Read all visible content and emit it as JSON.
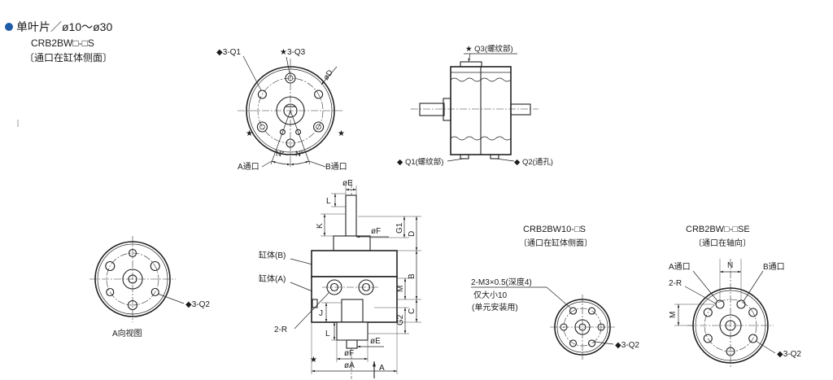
{
  "header": {
    "bullet_color": "#1f5ca8",
    "title": "单叶片／ø10～ø30",
    "model": "CRB2BW□-□S",
    "port_note": "〔通口在缸体侧面〕"
  },
  "front_view": {
    "q1_label": "◆3-Q1",
    "q3_label": "★3-Q3",
    "diameter_label": "øD",
    "port_a_label": "A通口",
    "port_b_label": "B通口",
    "angle_left_label": "N°",
    "angle_right_label": "N°",
    "star_mark": "★"
  },
  "side_view": {
    "q3_label": "★ Q3(螺纹部)",
    "q1_label": "◆ Q1(螺纹部)",
    "q2_label": "◆ Q2(通孔)"
  },
  "a_view": {
    "caption": "A向视图",
    "q2_label": "◆3-Q2"
  },
  "section_view": {
    "dim_e_top": "øE",
    "dim_l_top": "L",
    "dim_k": "K",
    "dim_f_top": "øF",
    "dim_g1": "G1",
    "dim_d": "D",
    "cylinder_b": "缸体(B)",
    "cylinder_a": "缸体(A)",
    "dim_b": "B",
    "dim_m": "M",
    "dim_c": "C",
    "dim_g2": "G2",
    "dim_j": "J",
    "dim_2r": "2-R",
    "dim_l_bottom": "L",
    "dim_e_bottom": "øE",
    "dim_f_bottom": "øF",
    "dim_a": "øA",
    "view_arrow": "A",
    "star_mark": "★"
  },
  "model_10": {
    "model": "CRB2BW10-□S",
    "port_note": "〔通口在缸体侧面〕",
    "thread_label": "2-M3×0.5(深度4)",
    "size_note": "仅大小10",
    "use_note": "(单元安装用)",
    "q2_label": "◆3-Q2"
  },
  "model_se": {
    "model": "CRB2BW□-□SE",
    "port_note": "〔通口在轴向〕",
    "port_a_label": "A通口",
    "n_label": "N",
    "port_b_label": "B通口",
    "r_label": "2-R",
    "m_label": "M",
    "q2_label": "◆3-Q2"
  }
}
